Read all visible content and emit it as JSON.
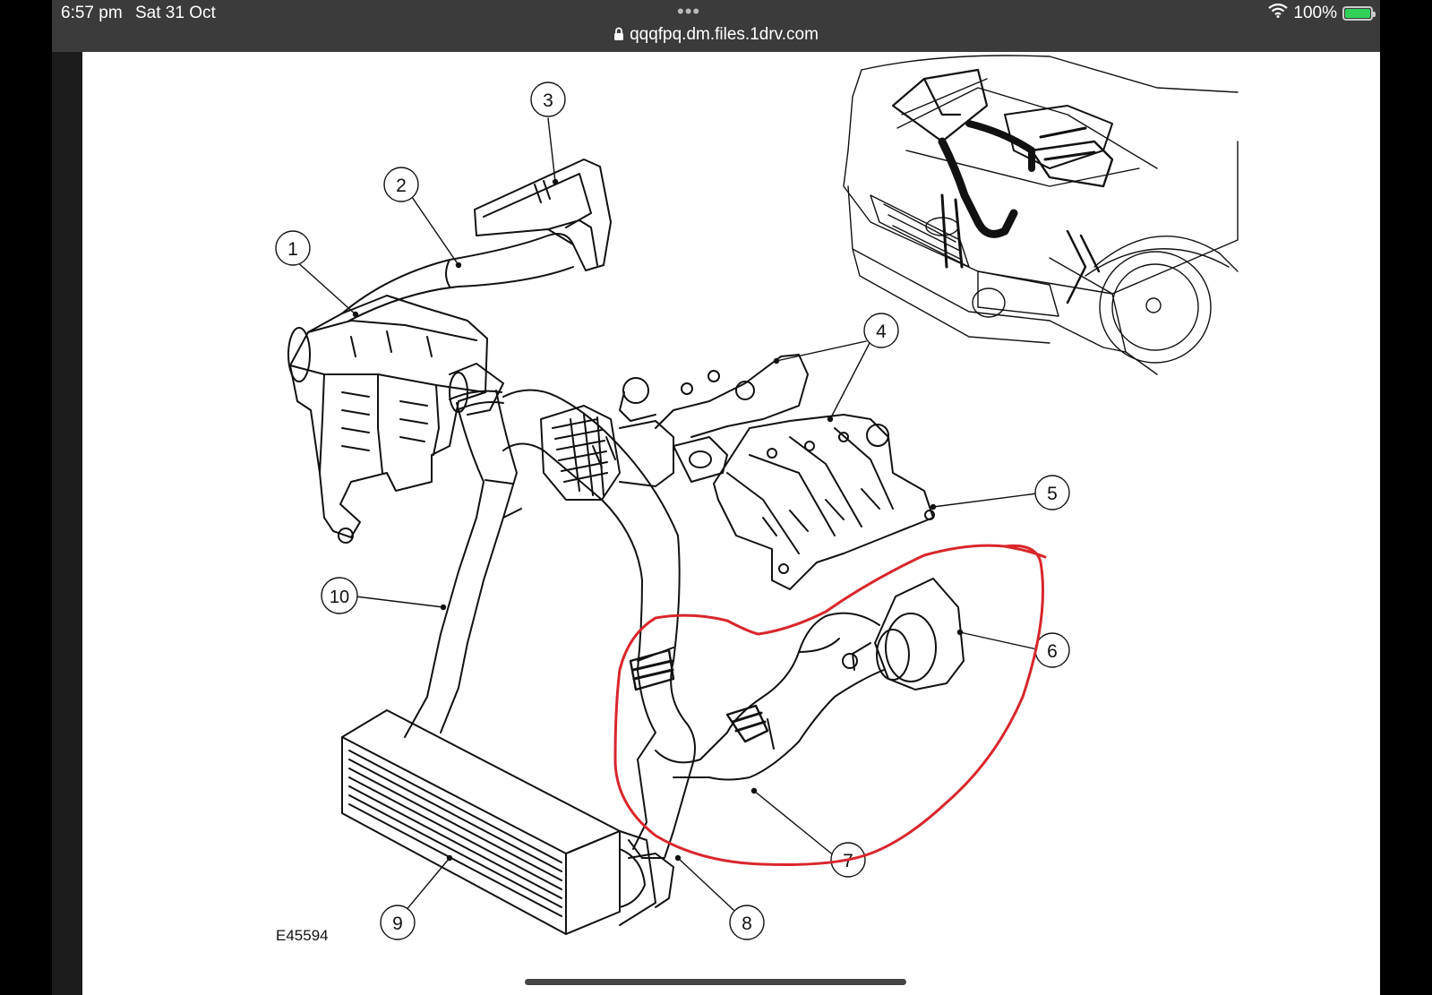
{
  "status_bar": {
    "time": "6:57 pm",
    "date": "Sat 31 Oct",
    "url": "qqqfpq.dm.files.1drv.com",
    "battery": "100%",
    "battery_level": 1.0,
    "icons": [
      "lock-icon",
      "wifi-icon",
      "battery-icon",
      "more-dots-icon"
    ]
  },
  "diagram": {
    "figure_id": "E45594",
    "callouts": [
      "1",
      "2",
      "3",
      "4",
      "5",
      "6",
      "7",
      "8",
      "9",
      "10"
    ],
    "highlight_color": "#d9262c"
  }
}
